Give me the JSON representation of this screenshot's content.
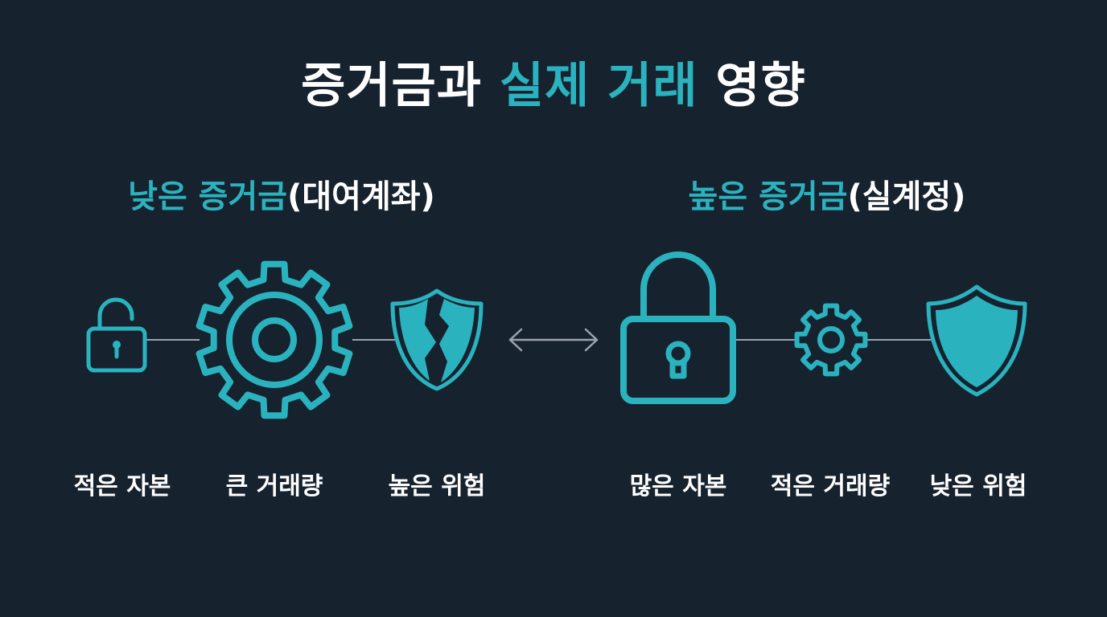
{
  "title": {
    "part1": "증거금과 ",
    "part2": "실제 거래",
    "part3": " 영향"
  },
  "left_panel": {
    "heading_accent": "낮은 증거금",
    "heading_plain": "(대여계좌)",
    "labels": [
      "적은 자본",
      "큰 거래량",
      "높은 위험"
    ],
    "icons": [
      "unlocked-padlock-icon",
      "large-gear-icon",
      "broken-shield-icon"
    ]
  },
  "right_panel": {
    "heading_accent": "높은 증거금",
    "heading_plain": "(실계정)",
    "labels": [
      "많은 자본",
      "적은 거래량",
      "낮은 위험"
    ],
    "icons": [
      "locked-padlock-icon",
      "small-gear-icon",
      "solid-shield-icon"
    ]
  },
  "center_connector": "double-arrow-icon",
  "colors": {
    "background": "#17222f",
    "accent": "#2ab3bf",
    "text": "#ffffff",
    "connector": "#9aa3ad"
  }
}
